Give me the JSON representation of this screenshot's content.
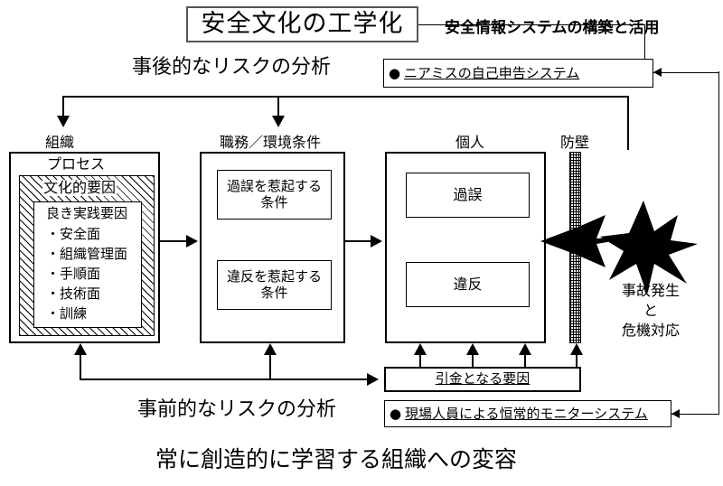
{
  "diagram": {
    "title": "安全文化の工学化",
    "header_right": "安全情報システムの構築と活用",
    "footer": "常に創造的に学習する組織への変容",
    "label_post_analysis": "事後的なリスクの分析",
    "label_pre_analysis": "事前的なリスクの分析",
    "info_systems": [
      {
        "bullet": "●",
        "text": "ニアミスの自己申告システム"
      },
      {
        "bullet": "●",
        "text": "現場人員による恒常的モニターシステム"
      }
    ],
    "columns": [
      {
        "heading": "組織",
        "sub_heading": "プロセス",
        "hatched_label": "文化的要因",
        "inner_title": "良き実践要因",
        "inner_items": [
          "・安全面",
          "・組織管理面",
          "・手順面",
          "・技術面",
          "・訓練"
        ]
      },
      {
        "heading": "職務／環境条件",
        "items": [
          {
            "line1": "過誤を惹起する",
            "line2": "条件"
          },
          {
            "line1": "違反を惹起する",
            "line2": "条件"
          }
        ]
      },
      {
        "heading": "個人",
        "items": [
          {
            "line1": "過誤"
          },
          {
            "line1": "違反"
          }
        ]
      }
    ],
    "barrier": {
      "heading": "防壁"
    },
    "outcome": {
      "icon": "explosion-star",
      "lines": [
        "事故発生",
        "と",
        "危機対応"
      ]
    },
    "trigger_box": "引金となる要因",
    "colors": {
      "line": "#000000",
      "background": "#ffffff",
      "title_border": "#555555"
    }
  }
}
